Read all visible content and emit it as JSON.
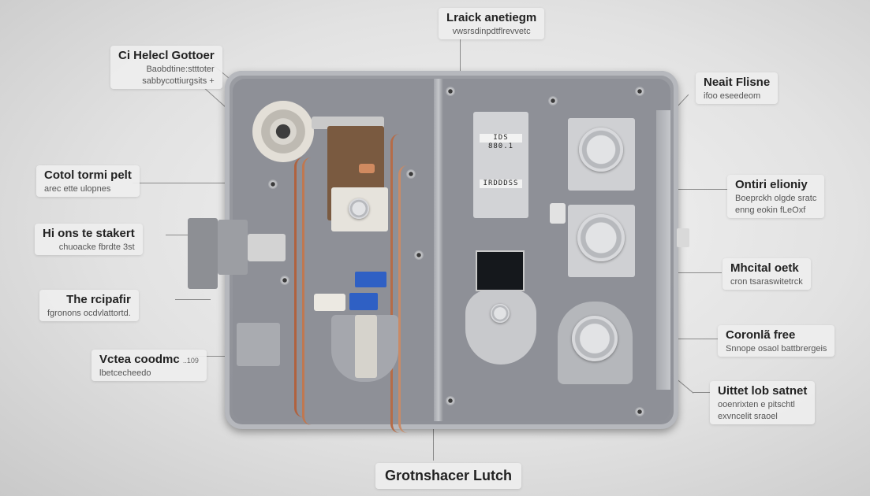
{
  "diagram": {
    "title": "Grotnshacer Lutch",
    "subject": "Exploded electronic lock / latch panel",
    "colors": {
      "background": "#e2e2e2",
      "panel": "#8f9198",
      "label_bg": "#eeeeee",
      "wire": "#b0623f",
      "blue_component": "#2f60c4"
    }
  },
  "labels": {
    "top": {
      "title": "Lraick anetiegm",
      "subtitle": "vwsrsdinpdtflrevvetc"
    },
    "top_left": {
      "title": "Ci Helecl Gottoer",
      "line1": "Baobdtine:stttoter",
      "line2": "sabbycottiurgsits +"
    },
    "left_1": {
      "title": "Cotol tormi pelt",
      "subtitle": "arec ette ulopnes"
    },
    "left_2": {
      "title": "Hi ons te stakert",
      "subtitle": "chuoacke fbrdte 3st"
    },
    "left_3": {
      "title": "The rcipafir",
      "subtitle": "fgronons ocdvlattortd."
    },
    "left_4": {
      "title": "Vctea coodmc",
      "suffix": "..109",
      "subtitle": "lbetcecheedo"
    },
    "right_1": {
      "title": "Neait Flisne",
      "subtitle": "ifoo eseedeom"
    },
    "right_2": {
      "title": "Ontiri elioniy",
      "line1": "Boeprckh olgde sratc",
      "line2": "enng eokin fLeOxf"
    },
    "right_3": {
      "title": "Mhcital oetk",
      "subtitle": "cron tsaraswitetrck"
    },
    "right_4": {
      "title": "Coronlã free",
      "subtitle": "Snnope osaol battbrergeis"
    },
    "right_5": {
      "title": "Uittet lob satnet",
      "line1": "ooenrixten e pitschtl",
      "line2": "exvncelit sraoel"
    },
    "bottom": {
      "title": "Grotnshacer Lutch"
    }
  },
  "device": {
    "display_1_text": "IDS 880.1",
    "display_2_text": "IRDDDSS"
  }
}
